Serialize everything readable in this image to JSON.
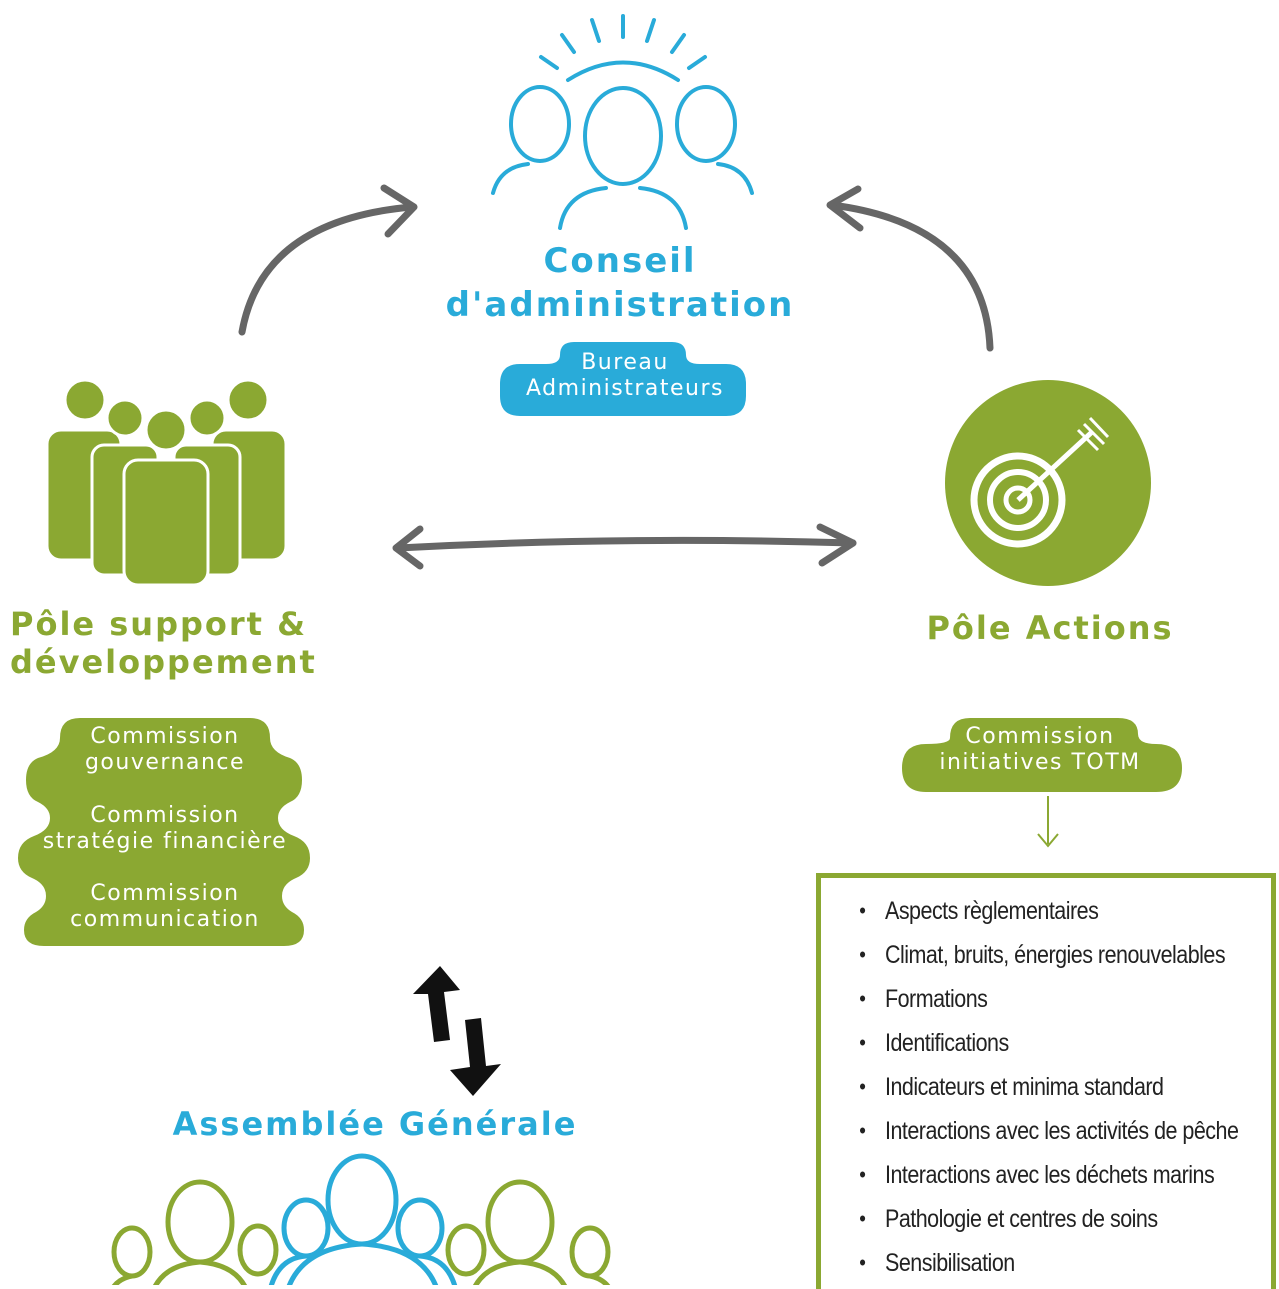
{
  "colors": {
    "blue": "#29abd9",
    "green": "#8ba832",
    "gray_arrow": "#666666",
    "black_arrow": "#111111"
  },
  "conseil": {
    "title_line1": "Conseil",
    "title_line2": "d'administration",
    "sub_line1": "Bureau",
    "sub_line2": "Administrateurs",
    "icon": "group-of-three-people-icon"
  },
  "pole_support": {
    "title_line1": "Pôle support &",
    "title_line2": "développement",
    "icon": "crowd-of-people-icon",
    "commissions": [
      {
        "line1": "Commission",
        "line2": "gouvernance"
      },
      {
        "line1": "Commission",
        "line2": "stratégie financière"
      },
      {
        "line1": "Commission",
        "line2": "communication"
      }
    ]
  },
  "pole_actions": {
    "title": "Pôle Actions",
    "icon": "target-with-arrow-icon",
    "commission_line1": "Commission",
    "commission_line2": "initiatives TOTM",
    "items": [
      "Aspects règlementaires",
      "Climat, bruits, énergies renouvelables",
      "Formations",
      "Identifications",
      "Indicateurs et minima standard",
      "Interactions avec les activités de pêche",
      "Interactions avec les déchets marins",
      "Pathologie et centres de soins",
      "Sensibilisation"
    ]
  },
  "assemblee": {
    "title": "Assemblée Générale",
    "icon": "audience-heads-icon"
  }
}
